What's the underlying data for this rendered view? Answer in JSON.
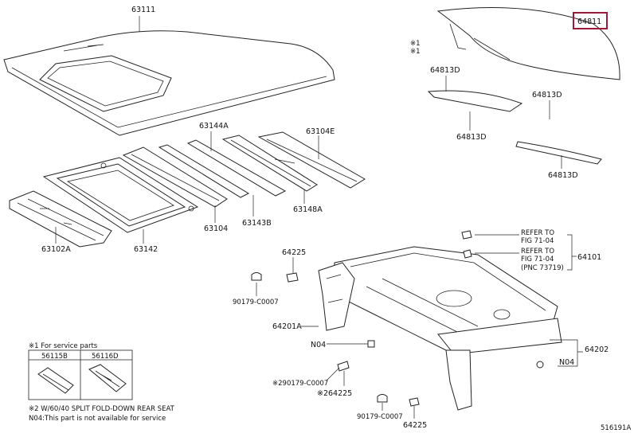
{
  "labels": {
    "roof_panel": "63111",
    "roof_rail_lh": "63144A",
    "roof_rail_rh": "63104E",
    "sunroof_frame": "63142",
    "front_header": "63102A",
    "roof_bow": "63104",
    "roof_bow_b": "63143B",
    "roof_bow_c": "63148A",
    "back_window_glass": "64811",
    "sealant_1": "64813D",
    "sealant_2": "64813D",
    "sealant_3": "64813D",
    "sealant_4": "64813D",
    "note1_marker": "※1",
    "note2_marker": "※1",
    "package_tray": "64101",
    "refer_1a": "REFER TO",
    "refer_1b": "FIG 71-04",
    "refer_2a": "REFER TO",
    "refer_2b": "FIG 71-04",
    "refer_2c": "(PNC 73719)",
    "clip_top": "64225",
    "clip_nut_1": "90179-C0007",
    "bracket_lh": "64201A",
    "n04_left": "N04",
    "n04_right": "N04",
    "bracket_rh": "64202",
    "clip_nut_2": "※290179-C0007",
    "clip_mid": "※264225",
    "clip_nut_3": "90179-C0007",
    "clip_bottom": "64225",
    "figure_id": "516191A"
  },
  "legend": {
    "note1": "※1 For service parts",
    "part_a": "56115B",
    "part_b": "56116D",
    "note2": "※2 W/60/40 SPLIT FOLD-DOWN REAR SEAT",
    "note3": "N04:This part is not available for service"
  }
}
